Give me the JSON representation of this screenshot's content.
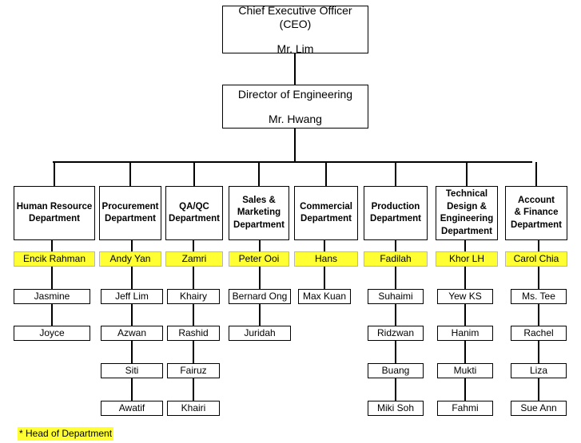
{
  "ceo": {
    "title": "Chief Executive Officer (CEO)",
    "name": "Mr. Lim"
  },
  "director": {
    "title": "Director of Engineering",
    "name": "Mr. Hwang"
  },
  "departments": [
    {
      "name_lines": [
        "Human Resource",
        "Department"
      ],
      "head": "Encik Rahman",
      "members": [
        "Jasmine",
        "Joyce"
      ]
    },
    {
      "name_lines": [
        "Procurement",
        "Department"
      ],
      "head": "Andy Yan",
      "members": [
        "Jeff Lim",
        "Azwan",
        "Siti",
        "Awatif"
      ]
    },
    {
      "name_lines": [
        "QA/QC",
        "Department"
      ],
      "head": "Zamri",
      "members": [
        "Khairy",
        "Rashid",
        "Fairuz",
        "Khairi"
      ]
    },
    {
      "name_lines": [
        "Sales &",
        "Marketing",
        "Department"
      ],
      "head": "Peter Ooi",
      "members": [
        "Bernard Ong",
        "Juridah"
      ]
    },
    {
      "name_lines": [
        "Commercial",
        "Department"
      ],
      "head": "Hans",
      "members": [
        "Max Kuan"
      ]
    },
    {
      "name_lines": [
        "Production",
        "Department"
      ],
      "head": "Fadilah",
      "members": [
        "Suhaimi",
        "Ridzwan",
        "Buang",
        "Miki Soh"
      ]
    },
    {
      "name_lines": [
        "Technical",
        "Design &",
        "Engineering",
        "Department"
      ],
      "head": "Khor LH",
      "members": [
        "Yew KS",
        "Hanim",
        "Mukti",
        "Fahmi"
      ]
    },
    {
      "name_lines": [
        "Account",
        "& Finance",
        "Department"
      ],
      "head": "Carol Chia",
      "members": [
        "Ms. Tee",
        "Rachel",
        "Liza",
        "Sue Ann"
      ]
    }
  ],
  "legend": {
    "text": "* Head of Department"
  },
  "colors": {
    "highlight": "#ffff33",
    "line": "#000000"
  }
}
